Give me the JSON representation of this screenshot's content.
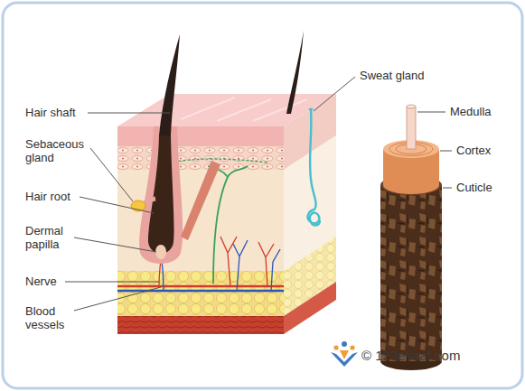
{
  "diagram": {
    "labels": [
      "Hair shaft",
      "Sebaceous gland",
      "Hair root",
      "Dermal papilla",
      "Nerve",
      "Blood vessels",
      "Sweat gland",
      "Medulla",
      "Cortex",
      "Cuticle",
      "© 123esaaf.com"
    ]
  }
}
